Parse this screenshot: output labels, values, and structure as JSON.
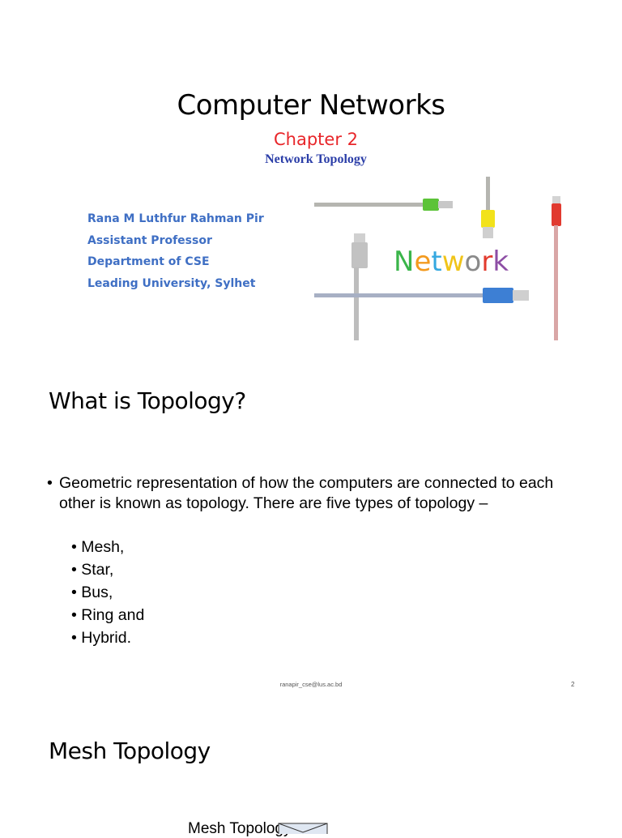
{
  "slide1": {
    "title": "Computer Networks",
    "chapter": "Chapter 2",
    "subtitle": "Network Topology",
    "author_lines": [
      "Rana M Luthfur Rahman Pir",
      "Assistant Professor",
      "Department of CSE",
      "Leading University, Sylhet"
    ],
    "image_word": "Network",
    "colors": {
      "chapter": "#e8262a",
      "subtitle": "#2b3ea8",
      "author": "#3f6fc4"
    }
  },
  "slide2": {
    "heading": "What is Topology?",
    "bullet": "Geometric representation of how the computers are connected to each other is known as topology. There are five types of topology –",
    "sub_bullets": [
      "Mesh,",
      "Star,",
      "Bus,",
      "Ring and",
      "Hybrid."
    ],
    "footer_email": "ranapir_cse@lus.ac.bd",
    "page_number": "2"
  },
  "slide3": {
    "heading": "Mesh Topology",
    "partial_label": "Mesh Topology"
  }
}
